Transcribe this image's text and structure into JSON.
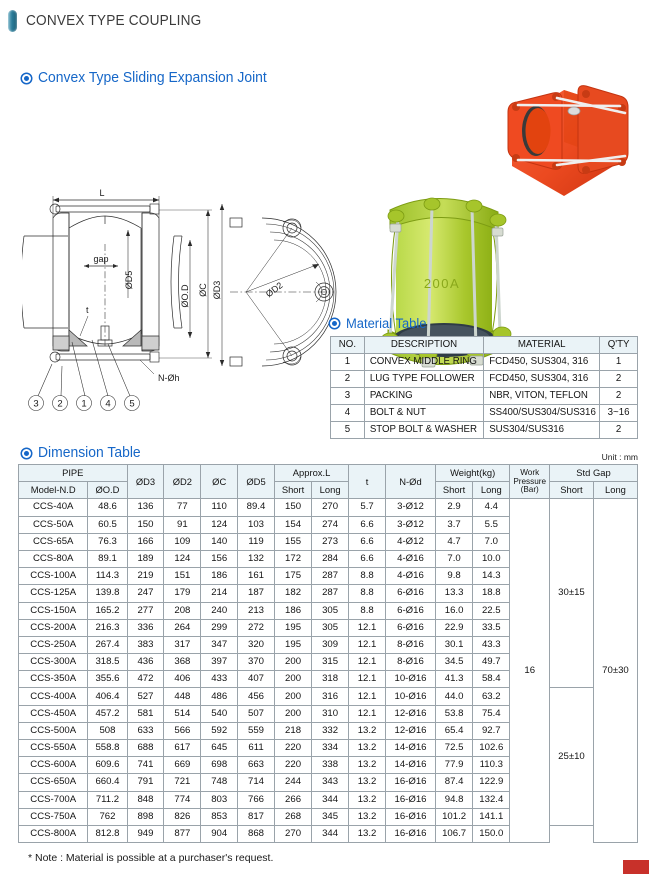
{
  "page": {
    "title": "CONVEX TYPE COUPLING",
    "footnote": "* Note : Material is possible at a purchaser's request.",
    "unit_note": "Unit : mm",
    "accent_blue": "#1667c8",
    "header_fill": "#eaf3f7",
    "corner_mark_color": "#c8312a"
  },
  "sections": {
    "joint_heading": "Convex Type Sliding Expansion Joint",
    "material_heading": "Material Table",
    "dimension_heading": "Dimension Table"
  },
  "drawing": {
    "labels": {
      "L": "L",
      "gap": "gap",
      "d5": "ØD5",
      "od": "ØO.D",
      "c": "ØC",
      "d3": "ØD3",
      "t": "t",
      "nh": "N-Øh",
      "d2": "ØD2"
    },
    "callouts": [
      "3",
      "2",
      "1",
      "4",
      "5"
    ]
  },
  "photos": {
    "green_label": "200A",
    "green_color": "#a9cc34",
    "orange_color": "#ef4a21"
  },
  "material_table": {
    "columns": [
      "NO.",
      "DESCRIPTION",
      "MATERIAL",
      "Q'TY"
    ],
    "rows": [
      [
        "1",
        "CONVEX MIDDLE RING",
        "FCD450, SUS304, 316",
        "1"
      ],
      [
        "2",
        "LUG TYPE FOLLOWER",
        "FCD450, SUS304, 316",
        "2"
      ],
      [
        "3",
        "PACKING",
        "NBR, VITON, TEFLON",
        "2"
      ],
      [
        "4",
        "BOLT & NUT",
        "SS400/SUS304/SUS316",
        "3~16"
      ],
      [
        "5",
        "STOP BOLT & WASHER",
        "SUS304/SUS316",
        "2"
      ]
    ]
  },
  "dimension_table": {
    "group_headers": {
      "pipe": "PIPE",
      "d3": "ØD3",
      "d2": "ØD2",
      "c": "ØC",
      "d5": "ØD5",
      "approx_l": "Approx.L",
      "t": "t",
      "nod": "N-Ød",
      "weight": "Weight(kg)",
      "work_pressure_line1": "Work",
      "work_pressure_line2": "Pressure",
      "work_pressure_line3": "(Bar)",
      "std_gap": "Std Gap"
    },
    "sub_headers": {
      "model": "Model-N.D",
      "od": "ØO.D",
      "l_short": "Short",
      "l_long": "Long",
      "w_short": "Short",
      "w_long": "Long",
      "gap_short": "Short",
      "gap_long": "Long"
    },
    "work_pressure_value": "16",
    "std_gap_long_value": "70±30",
    "std_gap_short_group1": "30±15",
    "std_gap_short_group2": "25±10",
    "std_gap_short_group1_rows": 11,
    "std_gap_short_group2_rows": 8,
    "rows": [
      {
        "model": "CCS-40A",
        "od": "48.6",
        "d3": "136",
        "d2": "77",
        "c": "110",
        "d5": "89.4",
        "l_short": "150",
        "l_long": "270",
        "t": "5.7",
        "nod": "3-Ø12",
        "w_short": "2.9",
        "w_long": "4.4"
      },
      {
        "model": "CCS-50A",
        "od": "60.5",
        "d3": "150",
        "d2": "91",
        "c": "124",
        "d5": "103",
        "l_short": "154",
        "l_long": "274",
        "t": "6.6",
        "nod": "3-Ø12",
        "w_short": "3.7",
        "w_long": "5.5"
      },
      {
        "model": "CCS-65A",
        "od": "76.3",
        "d3": "166",
        "d2": "109",
        "c": "140",
        "d5": "119",
        "l_short": "155",
        "l_long": "273",
        "t": "6.6",
        "nod": "4-Ø12",
        "w_short": "4.7",
        "w_long": "7.0"
      },
      {
        "model": "CCS-80A",
        "od": "89.1",
        "d3": "189",
        "d2": "124",
        "c": "156",
        "d5": "132",
        "l_short": "172",
        "l_long": "284",
        "t": "6.6",
        "nod": "4-Ø16",
        "w_short": "7.0",
        "w_long": "10.0"
      },
      {
        "model": "CCS-100A",
        "od": "114.3",
        "d3": "219",
        "d2": "151",
        "c": "186",
        "d5": "161",
        "l_short": "175",
        "l_long": "287",
        "t": "8.8",
        "nod": "4-Ø16",
        "w_short": "9.8",
        "w_long": "14.3"
      },
      {
        "model": "CCS-125A",
        "od": "139.8",
        "d3": "247",
        "d2": "179",
        "c": "214",
        "d5": "187",
        "l_short": "182",
        "l_long": "287",
        "t": "8.8",
        "nod": "6-Ø16",
        "w_short": "13.3",
        "w_long": "18.8"
      },
      {
        "model": "CCS-150A",
        "od": "165.2",
        "d3": "277",
        "d2": "208",
        "c": "240",
        "d5": "213",
        "l_short": "186",
        "l_long": "305",
        "t": "8.8",
        "nod": "6-Ø16",
        "w_short": "16.0",
        "w_long": "22.5"
      },
      {
        "model": "CCS-200A",
        "od": "216.3",
        "d3": "336",
        "d2": "264",
        "c": "299",
        "d5": "272",
        "l_short": "195",
        "l_long": "305",
        "t": "12.1",
        "nod": "6-Ø16",
        "w_short": "22.9",
        "w_long": "33.5"
      },
      {
        "model": "CCS-250A",
        "od": "267.4",
        "d3": "383",
        "d2": "317",
        "c": "347",
        "d5": "320",
        "l_short": "195",
        "l_long": "309",
        "t": "12.1",
        "nod": "8-Ø16",
        "w_short": "30.1",
        "w_long": "43.3"
      },
      {
        "model": "CCS-300A",
        "od": "318.5",
        "d3": "436",
        "d2": "368",
        "c": "397",
        "d5": "370",
        "l_short": "200",
        "l_long": "315",
        "t": "12.1",
        "nod": "8-Ø16",
        "w_short": "34.5",
        "w_long": "49.7"
      },
      {
        "model": "CCS-350A",
        "od": "355.6",
        "d3": "472",
        "d2": "406",
        "c": "433",
        "d5": "407",
        "l_short": "200",
        "l_long": "318",
        "t": "12.1",
        "nod": "10-Ø16",
        "w_short": "41.3",
        "w_long": "58.4"
      },
      {
        "model": "CCS-400A",
        "od": "406.4",
        "d3": "527",
        "d2": "448",
        "c": "486",
        "d5": "456",
        "l_short": "200",
        "l_long": "316",
        "t": "12.1",
        "nod": "10-Ø16",
        "w_short": "44.0",
        "w_long": "63.2"
      },
      {
        "model": "CCS-450A",
        "od": "457.2",
        "d3": "581",
        "d2": "514",
        "c": "540",
        "d5": "507",
        "l_short": "200",
        "l_long": "310",
        "t": "12.1",
        "nod": "12-Ø16",
        "w_short": "53.8",
        "w_long": "75.4"
      },
      {
        "model": "CCS-500A",
        "od": "508",
        "d3": "633",
        "d2": "566",
        "c": "592",
        "d5": "559",
        "l_short": "218",
        "l_long": "332",
        "t": "13.2",
        "nod": "12-Ø16",
        "w_short": "65.4",
        "w_long": "92.7"
      },
      {
        "model": "CCS-550A",
        "od": "558.8",
        "d3": "688",
        "d2": "617",
        "c": "645",
        "d5": "611",
        "l_short": "220",
        "l_long": "334",
        "t": "13.2",
        "nod": "14-Ø16",
        "w_short": "72.5",
        "w_long": "102.6"
      },
      {
        "model": "CCS-600A",
        "od": "609.6",
        "d3": "741",
        "d2": "669",
        "c": "698",
        "d5": "663",
        "l_short": "220",
        "l_long": "338",
        "t": "13.2",
        "nod": "14-Ø16",
        "w_short": "77.9",
        "w_long": "110.3"
      },
      {
        "model": "CCS-650A",
        "od": "660.4",
        "d3": "791",
        "d2": "721",
        "c": "748",
        "d5": "714",
        "l_short": "244",
        "l_long": "343",
        "t": "13.2",
        "nod": "16-Ø16",
        "w_short": "87.4",
        "w_long": "122.9"
      },
      {
        "model": "CCS-700A",
        "od": "711.2",
        "d3": "848",
        "d2": "774",
        "c": "803",
        "d5": "766",
        "l_short": "266",
        "l_long": "344",
        "t": "13.2",
        "nod": "16-Ø16",
        "w_short": "94.8",
        "w_long": "132.4"
      },
      {
        "model": "CCS-750A",
        "od": "762",
        "d3": "898",
        "d2": "826",
        "c": "853",
        "d5": "817",
        "l_short": "268",
        "l_long": "345",
        "t": "13.2",
        "nod": "16-Ø16",
        "w_short": "101.2",
        "w_long": "141.1"
      },
      {
        "model": "CCS-800A",
        "od": "812.8",
        "d3": "949",
        "d2": "877",
        "c": "904",
        "d5": "868",
        "l_short": "270",
        "l_long": "344",
        "t": "13.2",
        "nod": "16-Ø16",
        "w_short": "106.7",
        "w_long": "150.0"
      }
    ]
  }
}
